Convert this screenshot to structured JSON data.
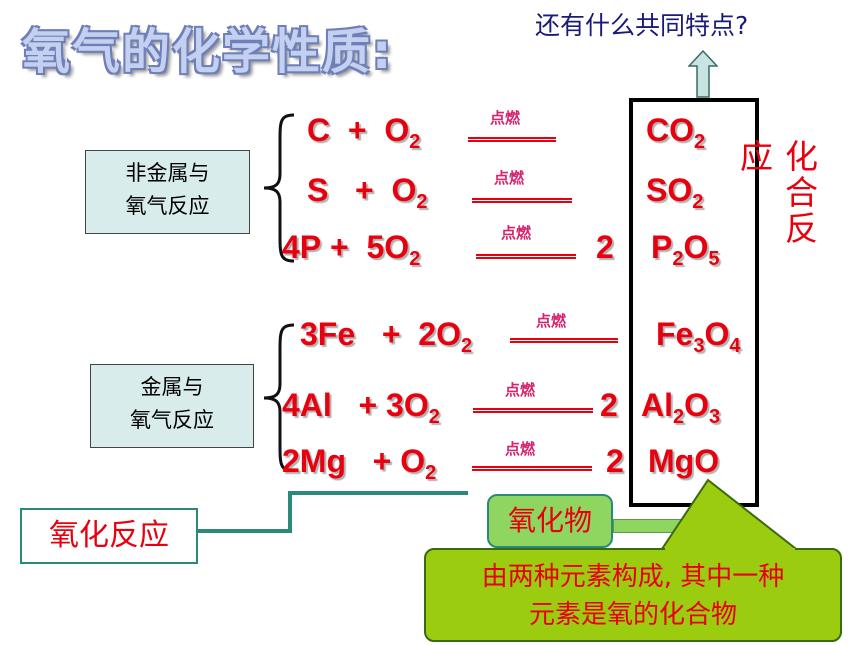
{
  "title": "氧气的化学性质:",
  "question": "还有什么共同特点?",
  "labels": {
    "nonmetal_line1": "非金属与",
    "nonmetal_line2": "氧气反应",
    "metal_line1": "金属与",
    "metal_line2": "氧气反应"
  },
  "condition": "点燃",
  "equations": [
    {
      "lhs": [
        "C",
        "+",
        "O",
        "2"
      ],
      "coef": "",
      "product": [
        "CO",
        "2"
      ]
    },
    {
      "lhs": [
        "S",
        "+",
        "O",
        "2"
      ],
      "coef": "",
      "product": [
        "SO",
        "2"
      ]
    },
    {
      "lhs": [
        "4P",
        "+",
        "5O",
        "2"
      ],
      "coef": "2",
      "product": [
        "P",
        "2",
        "O",
        "5"
      ]
    },
    {
      "lhs": [
        "3Fe",
        "+",
        "2O",
        "2"
      ],
      "coef": "",
      "product": [
        "Fe",
        "3",
        "O",
        "4"
      ]
    },
    {
      "lhs": [
        "4Al",
        "+",
        "3O",
        "2"
      ],
      "coef": "2",
      "product": [
        "Al",
        "2",
        "O",
        "3"
      ]
    },
    {
      "lhs": [
        "2Mg",
        "+",
        "O",
        "2"
      ],
      "coef": "2",
      "product": [
        "MgO"
      ]
    }
  ],
  "side_text": {
    "ying": "应",
    "hua": "化",
    "he": "合",
    "fan": "反"
  },
  "oxidation_reaction": "氧化反应",
  "oxide": "氧化物",
  "callout": {
    "line1": "由两种元素构成, 其中一种",
    "line2": "元素是氧的化合物"
  },
  "colors": {
    "red": "#e8000e",
    "teal": "#2a8a7a",
    "green": "#9ccc10",
    "label_bg": "#d9ecec"
  }
}
